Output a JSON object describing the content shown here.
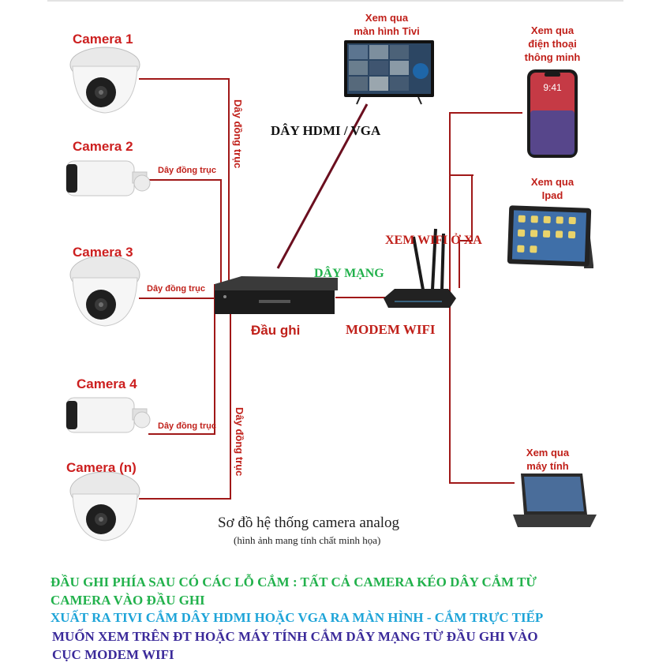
{
  "cameras": [
    {
      "label": "Camera 1",
      "type": "dome"
    },
    {
      "label": "Camera 2",
      "type": "bullet"
    },
    {
      "label": "Camera 3",
      "type": "dome"
    },
    {
      "label": "Camera 4",
      "type": "bullet"
    },
    {
      "label": "Camera (n)",
      "type": "dome"
    }
  ],
  "cable_labels": {
    "camera2": "Dây đồng trục",
    "camera3": "Dây đồng trục",
    "camera4": "Dây đồng trục",
    "vertical_top": "Dây đồng trục",
    "vertical_bottom": "Dây đồng trục"
  },
  "recorder_label": "Đầu ghi",
  "hdmi_label": "DÂY HDMI / VGA",
  "network_label": "DÂY MẠNG",
  "modem_label": "MODEM WIFI",
  "remote_wifi_label": "XEM WIFI Ở XA",
  "view_tv": {
    "line1": "Xem qua",
    "line2": "màn hình Tivi"
  },
  "view_phone": {
    "line1": "Xem qua",
    "line2": "điện thoại",
    "line3": "thông minh"
  },
  "view_ipad": {
    "line1": "Xem qua",
    "line2": "Ipad"
  },
  "view_pc": {
    "line1": "Xem qua",
    "line2": "máy tính"
  },
  "phone_time": "9:41",
  "diagram_title": "Sơ đồ hệ thống camera analog",
  "diagram_subtitle": "(hình ảnh mang tính chất minh họa)",
  "footer": [
    {
      "text": "ĐẦU GHI PHÍA SAU CÓ CÁC LỖ CẮM : TẤT CẢ CAMERA KÉO DÂY CẮM TỪ",
      "color": "#22b14c"
    },
    {
      "text": "CAMERA VÀO ĐẦU GHI",
      "color": "#22b14c"
    },
    {
      "text": "XUẤT RA TIVI CẮM DÂY HDMI HOẶC VGA RA MÀN HÌNH - CẮM TRỰC TIẾP",
      "color": "#1ea4d8"
    },
    {
      "text": "MUỐN XEM TRÊN ĐT HOẶC MÁY TÍNH CẮM DÂY MẠNG TỪ ĐẦU GHI VÀO",
      "color": "#3b2a9a"
    },
    {
      "text": "CỤC MODEM WIFI",
      "color": "#3b2a9a"
    }
  ],
  "colors": {
    "cable": "#a01818",
    "hdmi": "#6b0f1f",
    "label_red": "#c0201a",
    "green": "#22b14c",
    "blue": "#1ea4d8",
    "navy": "#3b2a9a"
  }
}
